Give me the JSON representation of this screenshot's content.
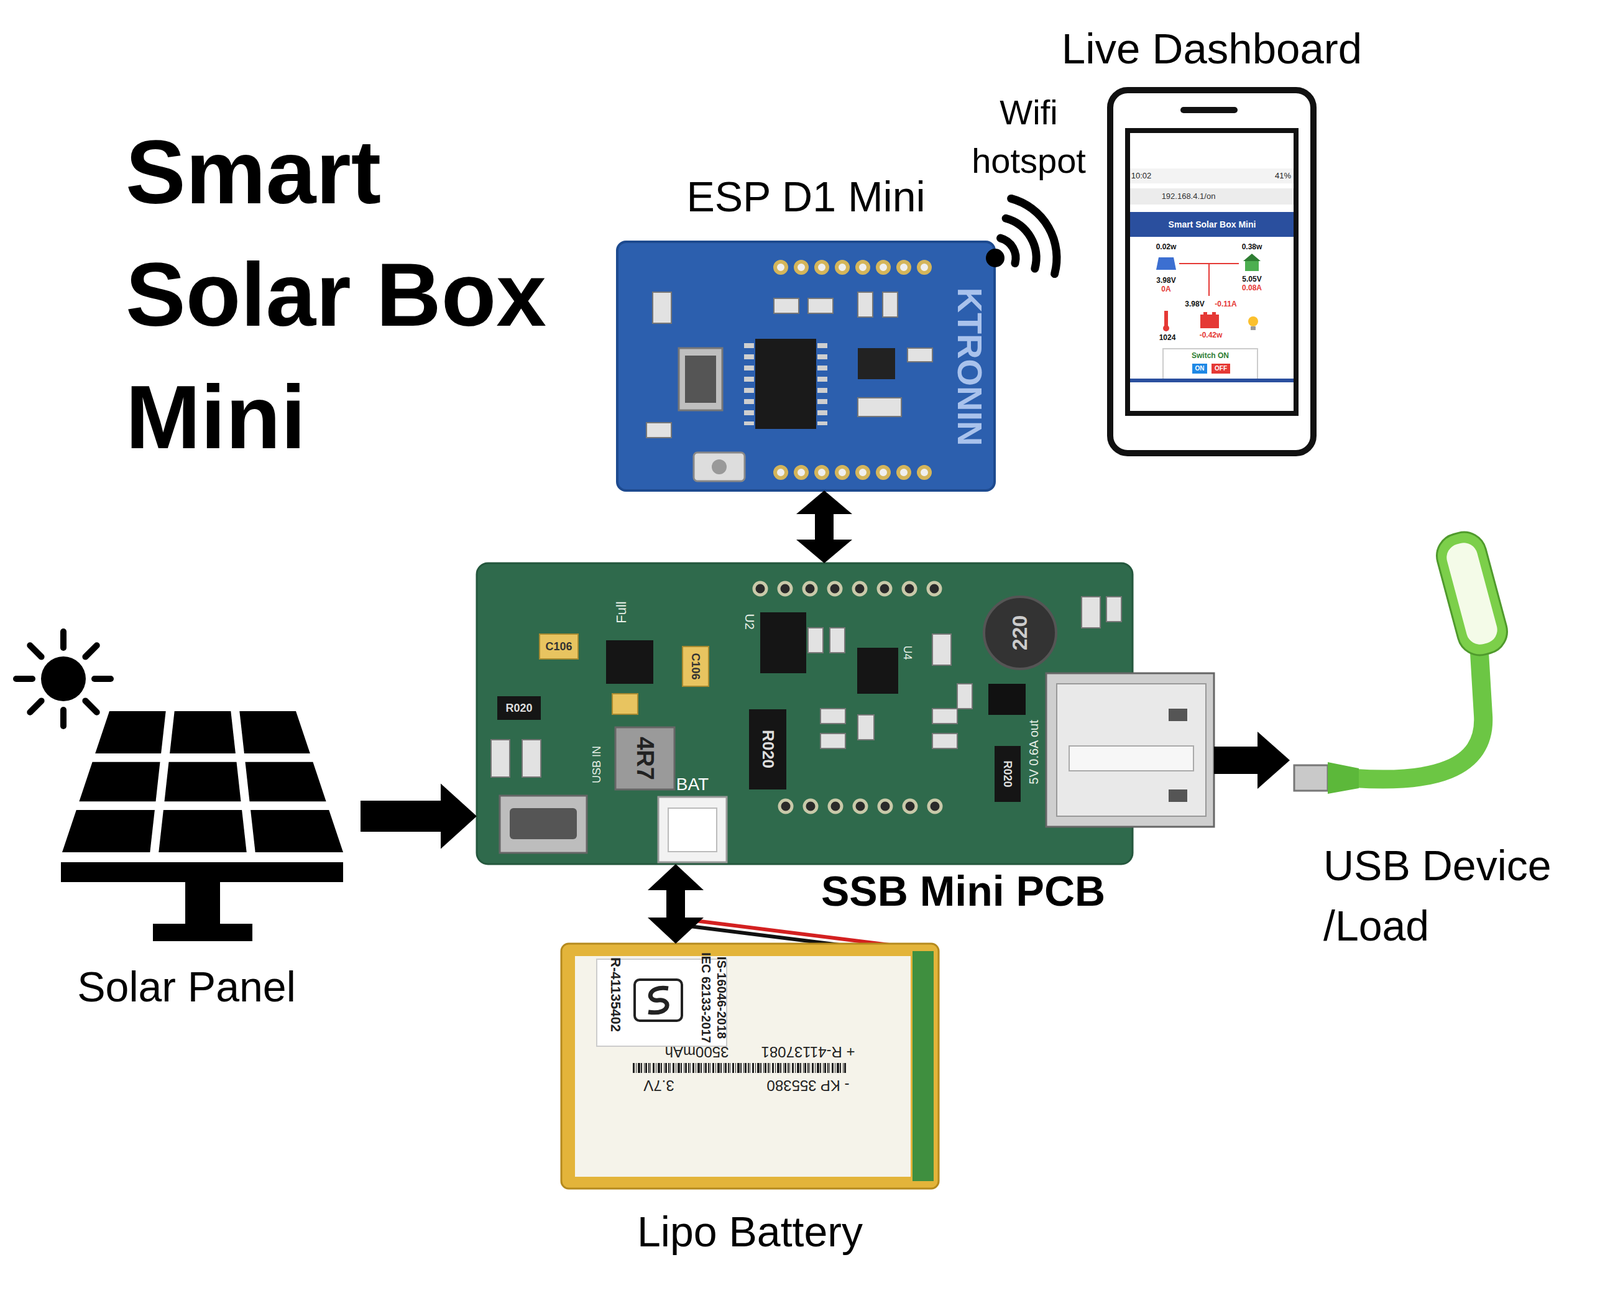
{
  "diagram": {
    "title": "Smart Solar Box Mini",
    "nodes": [
      {
        "text": [
          "ESP D1 Mini"
        ]
      },
      {
        "text": [
          "Live Dashboard"
        ]
      },
      {
        "text": [
          "Solar Panel"
        ]
      },
      {
        "text": [
          "SSB Mini PCB"
        ]
      },
      {
        "text": [
          "USB Device /Load"
        ]
      },
      {
        "text": [
          "Lipo Battery"
        ]
      }
    ],
    "edges": [
      {
        "from": 2,
        "to": 3,
        "arrow": "to"
      },
      {
        "from": 0,
        "to": 3,
        "arrow": "both"
      },
      {
        "from": 3,
        "to": 5,
        "arrow": "both"
      },
      {
        "from": 3,
        "to": 4,
        "arrow": "to"
      }
    ],
    "labels": [
      "Wifi hotspot",
      "10:02",
      "41%",
      "192.168.4.1/on",
      "Smart Solar Box Mini",
      "0.02w",
      "3.98V",
      "0A",
      "0.38w",
      "5.05V",
      "0.08A",
      "3.98V",
      "-0.11A",
      "-0.42w",
      "1024",
      "Switch ON",
      "ON",
      "OFF",
      "KTRONIN",
      "Full",
      "C106",
      "C106",
      "R020",
      "4R7",
      "USB IN",
      "U2",
      "R020",
      "U4",
      "220",
      "5V 0.6A out",
      "R020",
      "BAT",
      "IS-16046-2018",
      "IEC 62133-2017",
      "R-41135402",
      "3500mAh",
      "3.7V",
      "+ R-41137081",
      "- KP 355380"
    ]
  }
}
